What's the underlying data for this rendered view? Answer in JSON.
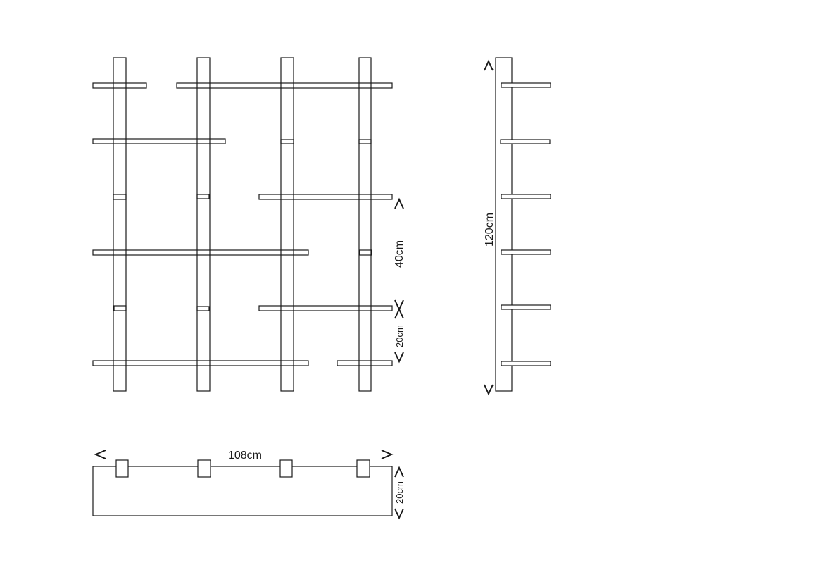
{
  "drawing": {
    "front_view": {
      "dimension_height_upper": "40cm",
      "dimension_height_lower": "20cm"
    },
    "side_view": {
      "dimension_total_height": "120cm"
    },
    "top_view": {
      "dimension_width": "108cm",
      "dimension_depth": "20cm"
    },
    "line_color": "#1a1a1a"
  }
}
